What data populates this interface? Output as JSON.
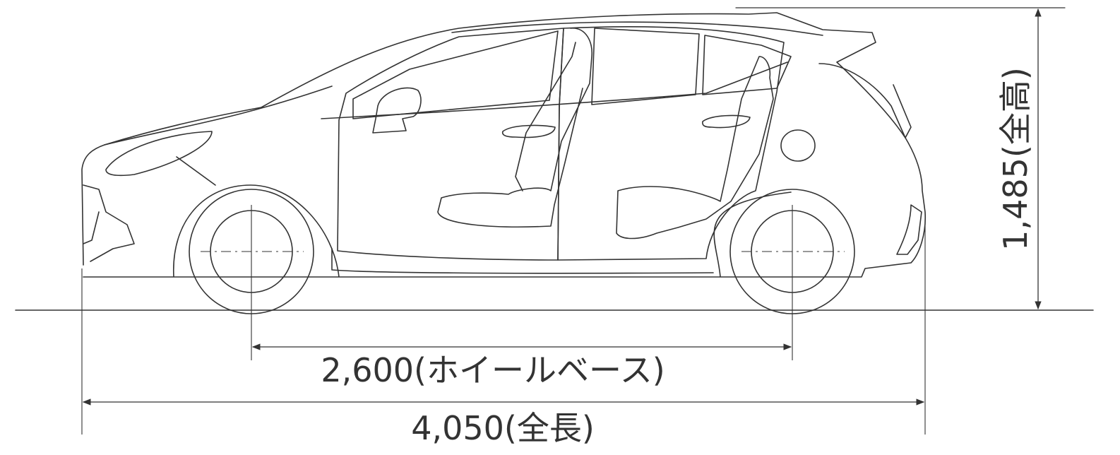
{
  "dimensions": {
    "wheelbase": {
      "value": "2,600",
      "label": "(ホイールベース)"
    },
    "length": {
      "value": "4,050",
      "label": "(全長)"
    },
    "height": {
      "value": "1,485",
      "label": "(全高)"
    }
  },
  "colors": {
    "line": "#333333",
    "background": "#ffffff"
  }
}
